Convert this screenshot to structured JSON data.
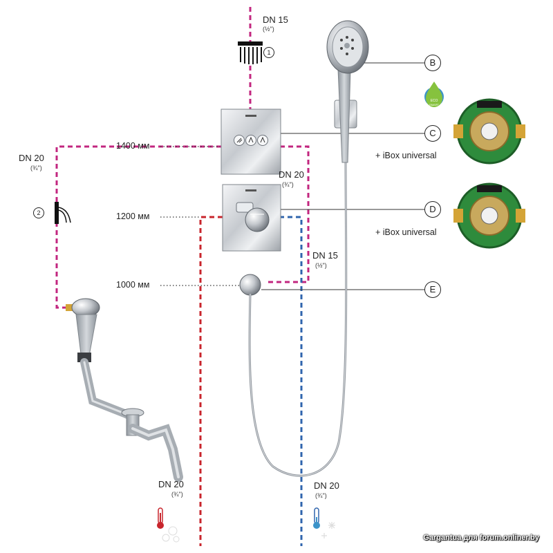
{
  "colors": {
    "hot": "#c8252c",
    "cold": "#2f64ad",
    "mixed": "#c2267f",
    "ibox_green": "#2e8b3c",
    "chrome": "#c9cdd2"
  },
  "labels": {
    "dn15_top": "DN 15",
    "dn15_top_sub": "(½\")",
    "dn20_left": "DN 20",
    "dn20_left_sub": "(¾\")",
    "dn20_mid": "DN 20",
    "dn20_mid_sub": "(¾\")",
    "dn15_mid": "DN 15",
    "dn15_mid_sub": "(½\")",
    "dn20_hot": "DN 20",
    "dn20_hot_sub": "(¾\")",
    "dn20_cold": "DN 20",
    "dn20_cold_sub": "(¾\")"
  },
  "heights": {
    "h1400": "1400 мм",
    "h1200": "1200 мм",
    "h1000": "1000 мм"
  },
  "markers": {
    "one": "1",
    "two": "2",
    "b": "B",
    "c": "C",
    "d": "D",
    "e": "E"
  },
  "ibox": {
    "c_label": "+ iBox universal",
    "d_label": "+ iBox universal"
  },
  "eco_badge": {
    "line1": "ECO",
    "line2": "SMART"
  },
  "watermark": "Gargantua для forum.onliner.by"
}
